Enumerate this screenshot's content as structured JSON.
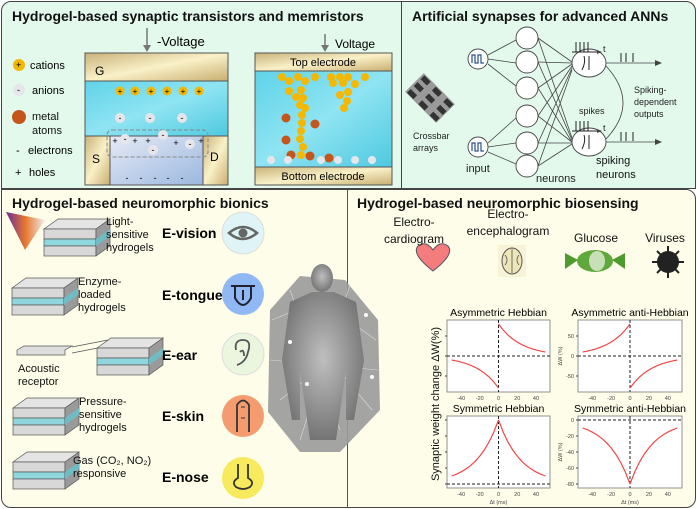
{
  "panels": {
    "transistors": {
      "title": "Hydrogel-based synaptic transistors and memristors",
      "neg_voltage": "-Voltage",
      "voltage": "Voltage",
      "legend": [
        {
          "symbol": "+",
          "label": "cations",
          "color": "#f5b800"
        },
        {
          "symbol": "-",
          "label": "anions",
          "color": "#e6e6ea"
        },
        {
          "symbol": "",
          "label": "metal atoms",
          "color": "#c4561c"
        },
        {
          "symbol": "-",
          "label": "electrons"
        },
        {
          "symbol": "+",
          "label": "holes"
        }
      ],
      "gate": "G",
      "source": "S",
      "drain": "D",
      "top_electrode": "Top electrode",
      "bottom_electrode": "Bottom electrode"
    },
    "ann": {
      "title": "Artificial synapses for advanced ANNs",
      "crossbar": "Crossbar arrays",
      "input": "input",
      "neurons": "neurons",
      "spikes": "spikes",
      "spiking_neurons": "spiking neurons",
      "outputs": "Spiking-dependent outputs",
      "t": "t"
    },
    "bionics": {
      "title": "Hydrogel-based neuromorphic bionics",
      "items": [
        {
          "device": "Light-sensitive hydrogels",
          "sense": "E-vision",
          "icon": "eye-icon",
          "color": "#dff4f6"
        },
        {
          "device": "Enzyme-loaded hydrogels",
          "sense": "E-tongue",
          "icon": "tongue-icon",
          "color": "#8fb8f5"
        },
        {
          "device": "Acoustic receptor",
          "sense": "E-ear",
          "icon": "ear-icon",
          "color": "#eaf6dd"
        },
        {
          "device": "Pressure-sensitive hydrogels",
          "sense": "E-skin",
          "icon": "finger-icon",
          "color": "#f59b70"
        },
        {
          "device": "Gas (CO₂, NO₂) responsive",
          "sense": "E-nose",
          "icon": "nose-icon",
          "color": "#f7ea5c"
        }
      ]
    },
    "biosensing": {
      "title": "Hydrogel-based neuromorphic biosensing",
      "targets": [
        {
          "label": "Electro-cardiogram",
          "icon": "heart-icon"
        },
        {
          "label": "Electro-encephalogram",
          "icon": "brain-icon"
        },
        {
          "label": "Glucose",
          "icon": "candy-icon"
        },
        {
          "label": "Viruses",
          "icon": "virus-icon"
        }
      ],
      "ylabel": "Synaptic weight change ΔW(%)"
    }
  },
  "chart_data": [
    {
      "type": "line",
      "title": "Asymmetric Hebbian",
      "xlabel": "",
      "ylabel": "",
      "xlim": [
        -55,
        55
      ],
      "ylim": [
        -90,
        90
      ],
      "xticks": [
        -40,
        -20,
        0,
        20,
        40
      ],
      "yticks": [
        -50,
        0,
        50
      ],
      "ytick_labels": false,
      "x_neg": [
        -50,
        -45,
        -40,
        -35,
        -30,
        -25,
        -20,
        -15,
        -10,
        -5,
        0
      ],
      "y_neg": [
        -10,
        -12.3,
        -15.1,
        -18.6,
        -22.9,
        -28.2,
        -34.8,
        -42.8,
        -52.7,
        -65,
        -80
      ],
      "x_pos": [
        0,
        5,
        10,
        15,
        20,
        25,
        30,
        35,
        40,
        45,
        50
      ],
      "y_pos": [
        80,
        65,
        52.7,
        42.8,
        34.8,
        28.2,
        22.9,
        18.6,
        15.1,
        12.3,
        10
      ]
    },
    {
      "type": "line",
      "title": "Asymmetric anti-Hebbian",
      "xlabel": "",
      "ylabel": "ΔW (%)",
      "xlim": [
        -55,
        55
      ],
      "ylim": [
        -90,
        90
      ],
      "xticks": [
        -40,
        -20,
        0,
        20,
        40
      ],
      "yticks": [
        -50,
        0,
        50
      ],
      "ytick_labels": true,
      "x_neg": [
        -50,
        -45,
        -40,
        -35,
        -30,
        -25,
        -20,
        -15,
        -10,
        -5,
        0
      ],
      "y_neg": [
        10,
        12.3,
        15.1,
        18.6,
        22.9,
        28.2,
        34.8,
        42.8,
        52.7,
        65,
        80
      ],
      "x_pos": [
        0,
        5,
        10,
        15,
        20,
        25,
        30,
        35,
        40,
        45,
        50
      ],
      "y_pos": [
        -80,
        -65,
        -52.7,
        -42.8,
        -34.8,
        -28.2,
        -22.9,
        -18.6,
        -15.1,
        -12.3,
        -10
      ]
    },
    {
      "type": "line",
      "title": "Symmetric Hebbian",
      "xlabel": "Δt (ms)",
      "ylabel": "",
      "xlim": [
        -55,
        55
      ],
      "ylim": [
        -5,
        85
      ],
      "xticks": [
        -40,
        -20,
        0,
        20,
        40
      ],
      "yticks": [
        0,
        20,
        40,
        60,
        80
      ],
      "ytick_labels": false,
      "x_neg": [
        -50,
        -45,
        -40,
        -35,
        -30,
        -25,
        -20,
        -15,
        -10,
        -5,
        0
      ],
      "y_neg": [
        10,
        12.3,
        15.1,
        18.6,
        22.9,
        28.2,
        34.8,
        42.8,
        52.7,
        65,
        80
      ],
      "x_pos": [
        0,
        5,
        10,
        15,
        20,
        25,
        30,
        35,
        40,
        45,
        50
      ],
      "y_pos": [
        80,
        65,
        52.7,
        42.8,
        34.8,
        28.2,
        22.9,
        18.6,
        15.1,
        12.3,
        10
      ]
    },
    {
      "type": "line",
      "title": "Symmetric anti-Hebbian",
      "xlabel": "Δt (ms)",
      "ylabel": "ΔW (%)",
      "xlim": [
        -55,
        55
      ],
      "ylim": [
        -85,
        5
      ],
      "xticks": [
        -40,
        -20,
        0,
        20,
        40
      ],
      "yticks": [
        0,
        -20,
        -40,
        -60,
        -80
      ],
      "ytick_labels": true,
      "x_neg": [
        -50,
        -45,
        -40,
        -35,
        -30,
        -25,
        -20,
        -15,
        -10,
        -5,
        0
      ],
      "y_neg": [
        -10,
        -12.3,
        -15.1,
        -18.6,
        -22.9,
        -28.2,
        -34.8,
        -42.8,
        -52.7,
        -65,
        -80
      ],
      "x_pos": [
        0,
        5,
        10,
        15,
        20,
        25,
        30,
        35,
        40,
        45,
        50
      ],
      "y_pos": [
        -80,
        -65,
        -52.7,
        -42.8,
        -34.8,
        -28.2,
        -22.9,
        -18.6,
        -15.1,
        -12.3,
        -10
      ]
    }
  ]
}
